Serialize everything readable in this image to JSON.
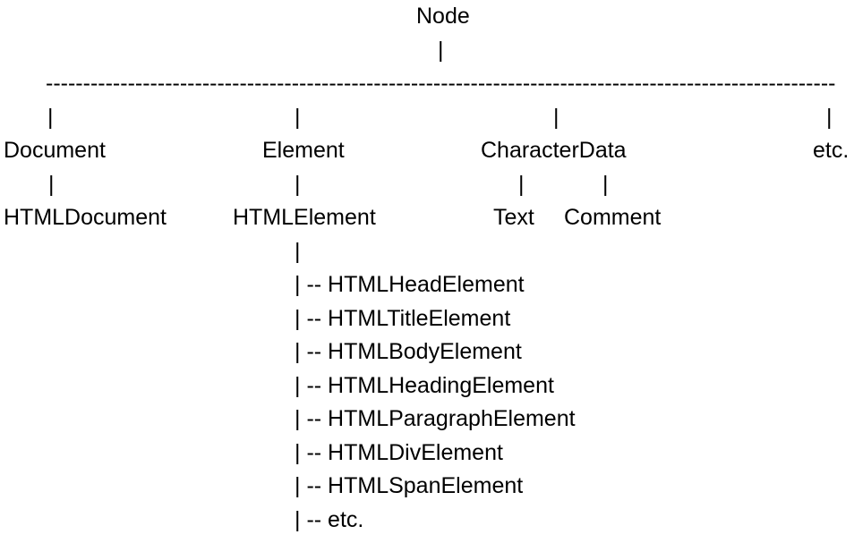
{
  "colors": {
    "background": "#ffffff",
    "text": "#000000"
  },
  "diagram": {
    "root_label": "Node",
    "pipe": "|",
    "separator": "----------------------------------------------------------------------------------------------------------",
    "branches": [
      {
        "label": "Document",
        "child": "HTMLDocument"
      },
      {
        "label": "Element",
        "child": "HTMLElement"
      },
      {
        "label": "CharacterData",
        "children": [
          "Text",
          "Comment"
        ]
      },
      {
        "label": "etc."
      }
    ],
    "subclass_prefix": "| -- ",
    "element_subclasses": [
      "HTMLHeadElement",
      "HTMLTitleElement",
      "HTMLBodyElement",
      "HTMLHeadingElement",
      "HTMLParagraphElement",
      "HTMLDivElement",
      "HTMLSpanElement",
      "etc."
    ]
  }
}
